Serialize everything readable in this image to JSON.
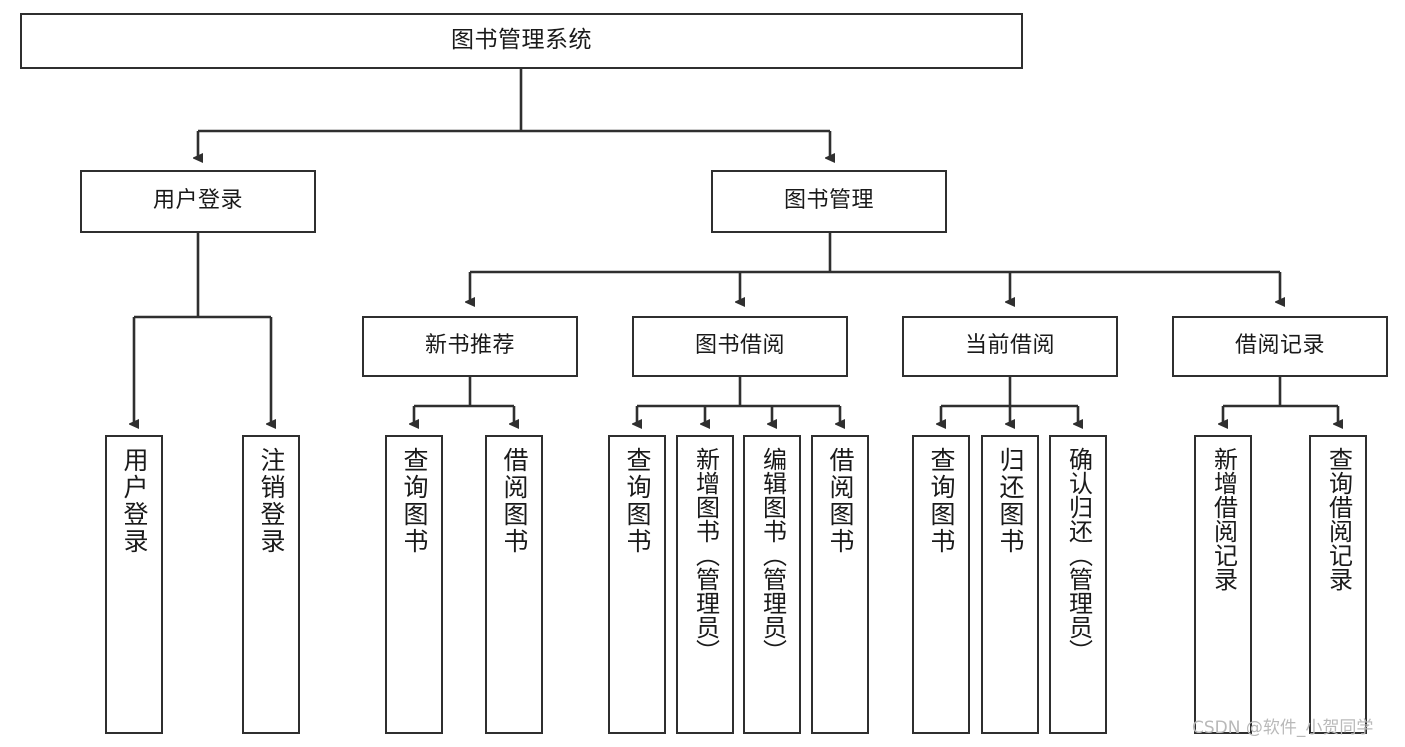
{
  "diagram": {
    "type": "tree-hierarchy",
    "title": "图书管理系统",
    "watermark": "CSDN @软件_小贺同学",
    "colors": {
      "background": "#ffffff",
      "node_border": "#2f2f2f",
      "node_fill": "#ffffff",
      "edge": "#2f2f2f",
      "text": "#1a1a1a",
      "watermark": "#b9b9b9"
    },
    "nodes": {
      "root": {
        "label": "图书管理系统"
      },
      "level1": [
        {
          "id": "user-login",
          "label": "用户登录"
        },
        {
          "id": "book-management",
          "label": "图书管理"
        }
      ],
      "level2": [
        {
          "id": "new-book-recommend",
          "label": "新书推荐"
        },
        {
          "id": "book-borrow",
          "label": "图书借阅"
        },
        {
          "id": "current-borrow",
          "label": "当前借阅"
        },
        {
          "id": "borrow-record",
          "label": "借阅记录"
        }
      ],
      "leaves": {
        "user-login": [
          {
            "id": "leaf-user-login",
            "label": "用户登录"
          },
          {
            "id": "leaf-logout-login",
            "label": "注销登录"
          }
        ],
        "new-book-recommend": [
          {
            "id": "leaf-query-book-1",
            "label": "查询图书"
          },
          {
            "id": "leaf-borrow-book-1",
            "label": "借阅图书"
          }
        ],
        "book-borrow": [
          {
            "id": "leaf-query-book-2",
            "label": "查询图书"
          },
          {
            "id": "leaf-add-book",
            "label": "新增图书（管理员）"
          },
          {
            "id": "leaf-edit-book",
            "label": "编辑图书（管理员）"
          },
          {
            "id": "leaf-borrow-book-2",
            "label": "借阅图书"
          }
        ],
        "current-borrow": [
          {
            "id": "leaf-query-book-3",
            "label": "查询图书"
          },
          {
            "id": "leaf-return-book",
            "label": "归还图书"
          },
          {
            "id": "leaf-confirm-return",
            "label": "确认归还（管理员）"
          }
        ],
        "borrow-record": [
          {
            "id": "leaf-add-record",
            "label": "新增借阅记录"
          },
          {
            "id": "leaf-query-record",
            "label": "查询借阅记录"
          }
        ]
      }
    }
  }
}
